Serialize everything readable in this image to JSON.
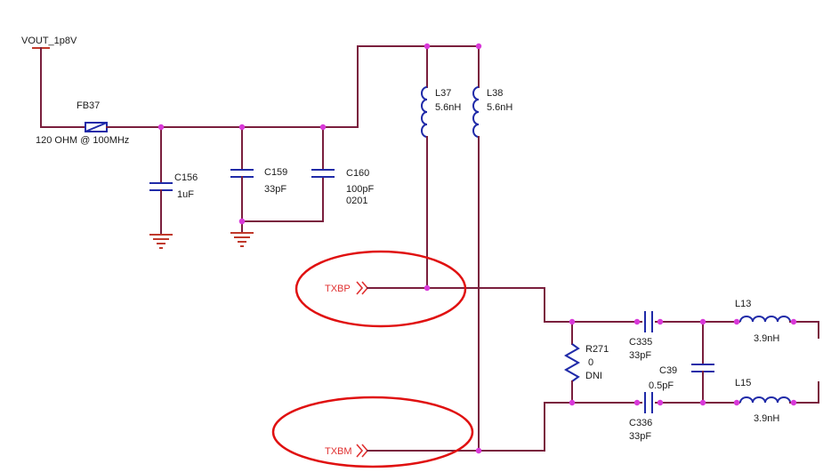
{
  "nets": {
    "power": "VOUT_1p8V",
    "txbp": "TXBP",
    "txbm": "TXBM"
  },
  "components": {
    "fb37": {
      "ref": "FB37",
      "value": "120 OHM @ 100MHz"
    },
    "c156": {
      "ref": "C156",
      "value": "1uF"
    },
    "c159": {
      "ref": "C159",
      "value": "33pF"
    },
    "c160": {
      "ref": "C160",
      "value": "100pF",
      "package": "0201"
    },
    "l37": {
      "ref": "L37",
      "value": "5.6nH"
    },
    "l38": {
      "ref": "L38",
      "value": "5.6nH"
    },
    "r271": {
      "ref": "R271",
      "value": "0",
      "note": "DNI"
    },
    "c335": {
      "ref": "C335",
      "value": "33pF"
    },
    "c336": {
      "ref": "C336",
      "value": "33pF"
    },
    "c39": {
      "ref": "C39",
      "value": "0.5pF"
    },
    "l13": {
      "ref": "L13",
      "value": "3.9nH"
    },
    "l15": {
      "ref": "L15",
      "value": "3.9nH"
    }
  },
  "colors": {
    "wire": "#7a1f3d",
    "component": "#1f2aa8",
    "junction": "#d838d8",
    "highlight": "#e01010"
  }
}
